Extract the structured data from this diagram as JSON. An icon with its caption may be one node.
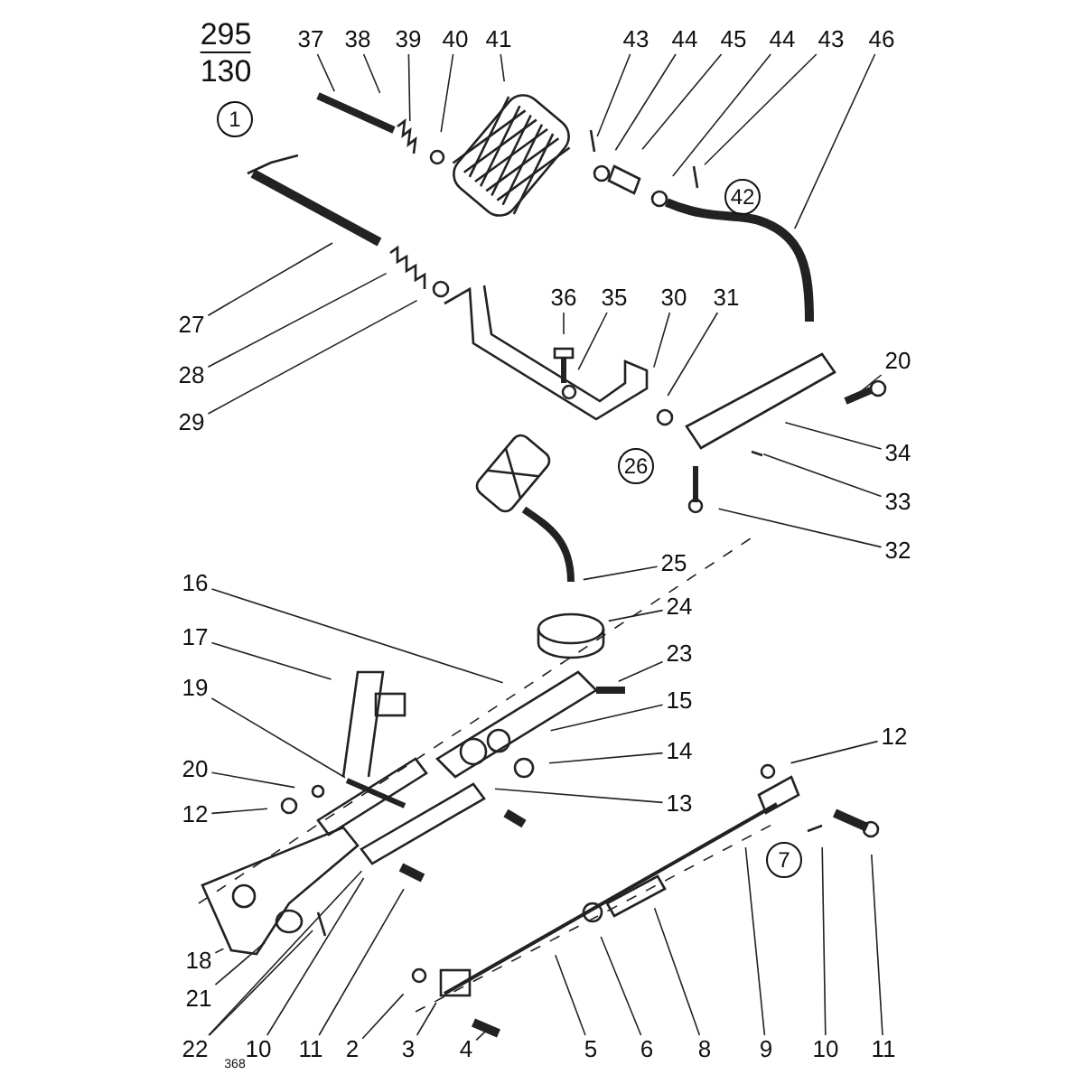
{
  "diagram": {
    "nodes": [
      {
        "text": [
          "37"
        ]
      },
      {
        "text": [
          "38"
        ]
      },
      {
        "text": [
          "39"
        ]
      },
      {
        "text": [
          "40"
        ]
      },
      {
        "text": [
          "41"
        ]
      },
      {
        "text": [
          "43"
        ]
      },
      {
        "text": [
          "44"
        ]
      },
      {
        "text": [
          "45"
        ]
      },
      {
        "text": [
          "44"
        ]
      },
      {
        "text": [
          "43"
        ]
      },
      {
        "text": [
          "46"
        ]
      },
      {
        "text": [
          "27"
        ]
      },
      {
        "text": [
          "28"
        ]
      },
      {
        "text": [
          "29"
        ]
      },
      {
        "text": [
          "36"
        ]
      },
      {
        "text": [
          "35"
        ]
      },
      {
        "text": [
          "30"
        ]
      },
      {
        "text": [
          "31"
        ]
      },
      {
        "text": [
          "20"
        ]
      },
      {
        "text": [
          "34"
        ]
      },
      {
        "text": [
          "33"
        ]
      },
      {
        "text": [
          "32"
        ]
      },
      {
        "text": [
          "25"
        ]
      },
      {
        "text": [
          "24"
        ]
      },
      {
        "text": [
          "23"
        ]
      },
      {
        "text": [
          "16"
        ]
      },
      {
        "text": [
          "17"
        ]
      },
      {
        "text": [
          "15"
        ]
      },
      {
        "text": [
          "19"
        ]
      },
      {
        "text": [
          "14"
        ]
      },
      {
        "text": [
          "20"
        ]
      },
      {
        "text": [
          "12"
        ]
      },
      {
        "text": [
          "13"
        ]
      },
      {
        "text": [
          "12"
        ]
      },
      {
        "text": [
          "18"
        ]
      },
      {
        "text": [
          "21"
        ]
      },
      {
        "text": [
          "22"
        ]
      },
      {
        "text": [
          "10"
        ]
      },
      {
        "text": [
          "11"
        ]
      },
      {
        "text": [
          "2"
        ]
      },
      {
        "text": [
          "3"
        ]
      },
      {
        "text": [
          "4"
        ]
      },
      {
        "text": [
          "5"
        ]
      },
      {
        "text": [
          "6"
        ]
      },
      {
        "text": [
          "8"
        ]
      },
      {
        "text": [
          "9"
        ]
      },
      {
        "text": [
          "10"
        ]
      },
      {
        "text": [
          "11"
        ]
      }
    ],
    "edges": [
      {
        "from": 0,
        "to": null,
        "arrow": "none"
      },
      {
        "from": 1,
        "to": null,
        "arrow": "none"
      },
      {
        "from": 2,
        "to": null,
        "arrow": "none"
      },
      {
        "from": 3,
        "to": null,
        "arrow": "none"
      },
      {
        "from": 4,
        "to": null,
        "arrow": "none"
      },
      {
        "from": 5,
        "to": null,
        "arrow": "none"
      },
      {
        "from": 6,
        "to": null,
        "arrow": "none"
      },
      {
        "from": 7,
        "to": null,
        "arrow": "none"
      },
      {
        "from": 8,
        "to": null,
        "arrow": "none"
      },
      {
        "from": 9,
        "to": null,
        "arrow": "none"
      },
      {
        "from": 10,
        "to": null,
        "arrow": "none"
      },
      {
        "from": 11,
        "to": null,
        "arrow": "none"
      },
      {
        "from": 12,
        "to": null,
        "arrow": "none"
      },
      {
        "from": 13,
        "to": null,
        "arrow": "none"
      },
      {
        "from": 14,
        "to": null,
        "arrow": "none"
      },
      {
        "from": 15,
        "to": null,
        "arrow": "none"
      },
      {
        "from": 16,
        "to": null,
        "arrow": "none"
      },
      {
        "from": 17,
        "to": null,
        "arrow": "none"
      },
      {
        "from": 18,
        "to": null,
        "arrow": "none"
      },
      {
        "from": 19,
        "to": null,
        "arrow": "none"
      },
      {
        "from": 20,
        "to": null,
        "arrow": "none"
      },
      {
        "from": 21,
        "to": null,
        "arrow": "none"
      },
      {
        "from": 22,
        "to": null,
        "arrow": "none"
      },
      {
        "from": 23,
        "to": null,
        "arrow": "none"
      },
      {
        "from": 24,
        "to": null,
        "arrow": "none"
      },
      {
        "from": 25,
        "to": null,
        "arrow": "none"
      },
      {
        "from": 26,
        "to": null,
        "arrow": "none"
      },
      {
        "from": 27,
        "to": null,
        "arrow": "none"
      },
      {
        "from": 28,
        "to": null,
        "arrow": "none"
      },
      {
        "from": 29,
        "to": null,
        "arrow": "none"
      },
      {
        "from": 30,
        "to": null,
        "arrow": "none"
      },
      {
        "from": 31,
        "to": null,
        "arrow": "none"
      },
      {
        "from": 32,
        "to": null,
        "arrow": "none"
      },
      {
        "from": 33,
        "to": null,
        "arrow": "none"
      },
      {
        "from": 34,
        "to": null,
        "arrow": "none"
      },
      {
        "from": 35,
        "to": null,
        "arrow": "none"
      },
      {
        "from": 36,
        "to": null,
        "arrow": "none"
      },
      {
        "from": 36,
        "to": null,
        "arrow": "none"
      },
      {
        "from": 37,
        "to": null,
        "arrow": "none"
      },
      {
        "from": 38,
        "to": null,
        "arrow": "none"
      },
      {
        "from": 39,
        "to": null,
        "arrow": "none"
      },
      {
        "from": 40,
        "to": null,
        "arrow": "none"
      },
      {
        "from": 41,
        "to": null,
        "arrow": "none"
      },
      {
        "from": 42,
        "to": null,
        "arrow": "none"
      },
      {
        "from": 43,
        "to": null,
        "arrow": "none"
      },
      {
        "from": 44,
        "to": null,
        "arrow": "none"
      },
      {
        "from": 45,
        "to": null,
        "arrow": "none"
      },
      {
        "from": 46,
        "to": null,
        "arrow": "none"
      },
      {
        "from": 47,
        "to": null,
        "arrow": "none"
      }
    ],
    "labels": [
      "295",
      "130",
      "1",
      "42",
      "26",
      "7",
      "368"
    ]
  }
}
